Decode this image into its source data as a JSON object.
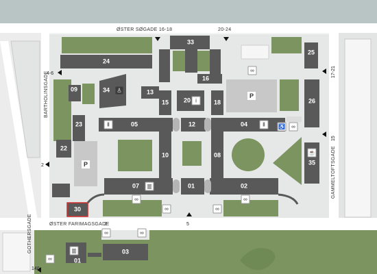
{
  "streets": {
    "oster_sogade": "ØSTER SØGADE 16-18",
    "oster_sogade_2024": "20-24",
    "barthoulinsgade": "BARTHOLINSGADE",
    "barthoulinsgade_num": "4-6",
    "gammeltoftsgade": "GAMMELTOFTSGADE",
    "gammeltoftsgade_num_1": "17-21",
    "gammeltoftsgade_num_2": "15",
    "oster_farimagsgade": "ØSTER FARIMAGSGADE",
    "oster_farimagsgade_num_2": "2",
    "oster_farimagsgade_num_5": "5",
    "gothersgade": "GOTHERSGADE",
    "gothersgade_num": "140",
    "west_entrance_num": "2"
  },
  "buildings": [
    "24",
    "33",
    "25",
    "09",
    "34",
    "13",
    "16",
    "20",
    "15",
    "18",
    "26",
    "23",
    "05",
    "12",
    "04",
    "22",
    "10",
    "08",
    "35",
    "07",
    "01",
    "02",
    "30",
    "01",
    "03"
  ],
  "parking_label": "P",
  "icons": {
    "bike": "bike-icon",
    "info": "info-icon",
    "restaurant": "restaurant-icon",
    "accessible": "wheelchair-icon",
    "library": "library-icon",
    "cafe": "cafe-icon",
    "lecture": "lecture-icon"
  },
  "colors": {
    "building": "#595959",
    "green": "#7b9460",
    "lawn_dark": "#6f8a55",
    "paving": "#e6e7e7",
    "parking": "#c8c8c8",
    "water": "#b9c4c4",
    "highlight": "#d42a2a"
  }
}
